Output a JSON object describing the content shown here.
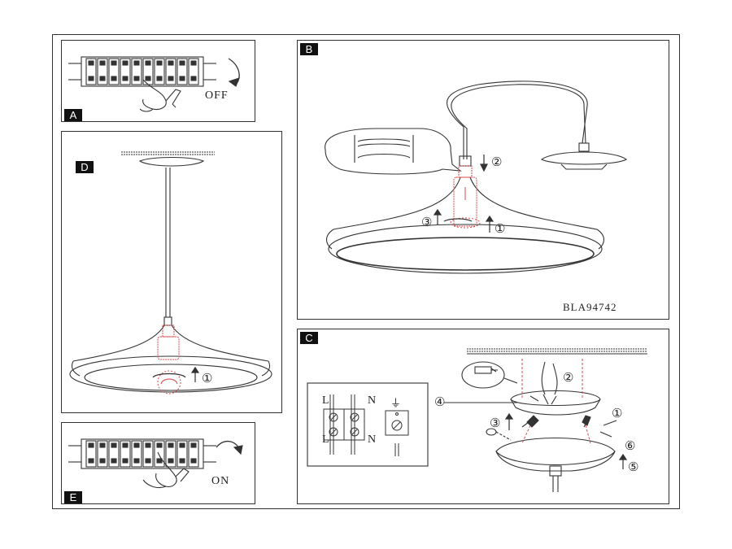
{
  "panels": {
    "a": {
      "letter": "A",
      "action": "OFF"
    },
    "b": {
      "letter": "B",
      "model_code": "BLA94742",
      "steps": [
        "②",
        "③",
        "①"
      ]
    },
    "c": {
      "letter": "C",
      "steps": [
        "④",
        "②",
        "③",
        "①",
        "⑥",
        "⑤"
      ],
      "terminal_labels": {
        "live_top": "L",
        "neutral_top": "N",
        "live_bottom": "L",
        "neutral_bottom": "N",
        "earth": "⏚"
      }
    },
    "d": {
      "letter": "D",
      "steps": [
        "①"
      ]
    },
    "e": {
      "letter": "E",
      "action": "ON"
    }
  },
  "colors": {
    "line": "#333333",
    "highlight": "#d94a4a"
  }
}
